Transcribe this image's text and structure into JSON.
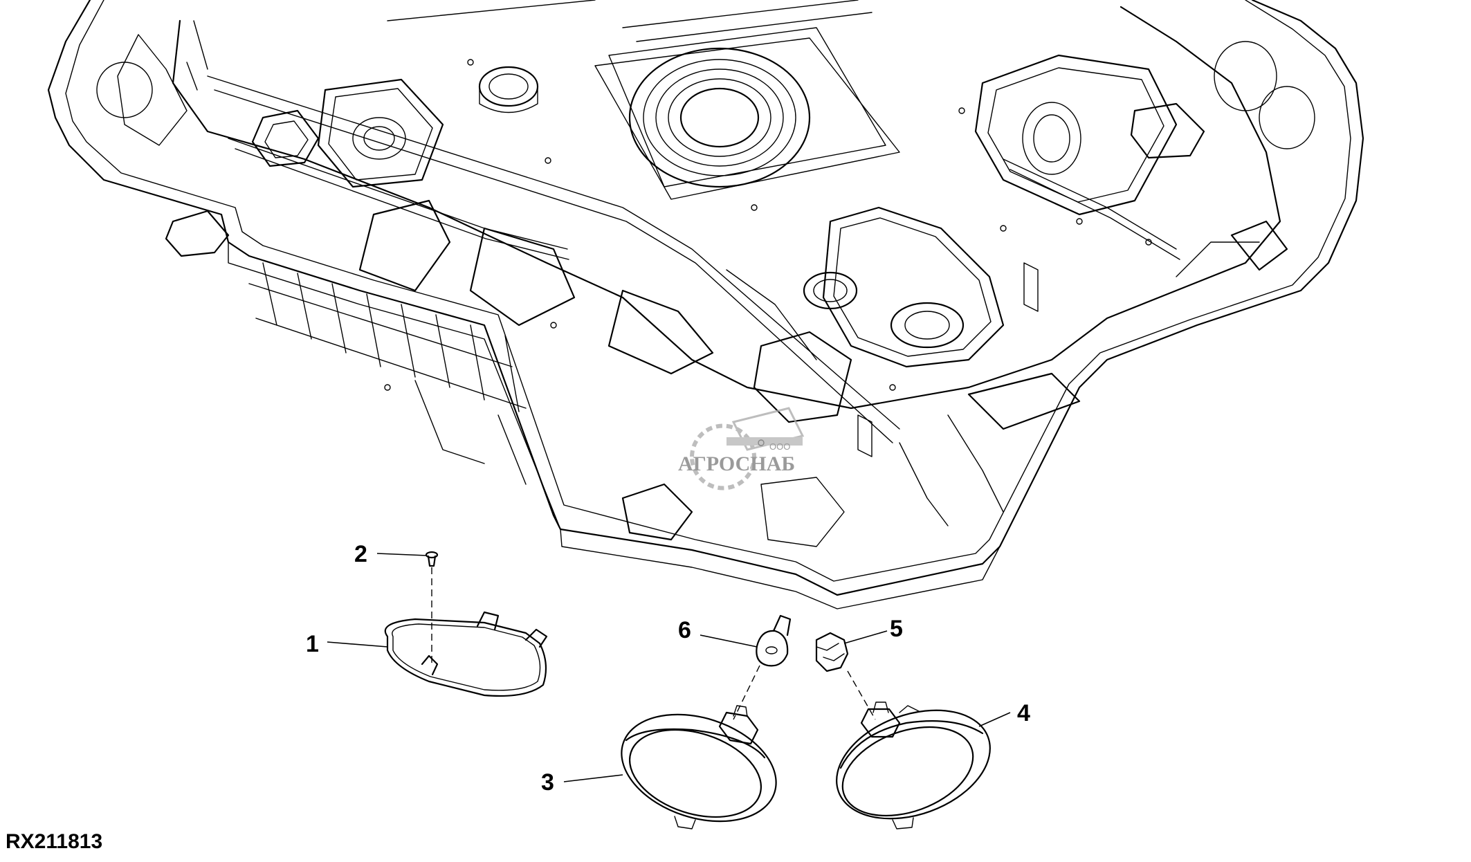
{
  "figure": {
    "id": "RX211813",
    "watermark": {
      "company_prefix": "ООО",
      "company_name": "АГРОСНАБ"
    }
  },
  "callouts": [
    {
      "number": "1",
      "part": "gasket-ring"
    },
    {
      "number": "2",
      "part": "screw"
    },
    {
      "number": "3",
      "part": "dome-lamp-left"
    },
    {
      "number": "4",
      "part": "dome-lamp-right"
    },
    {
      "number": "5",
      "part": "wedge-bulb"
    },
    {
      "number": "6",
      "part": "festoon-bulb"
    }
  ],
  "colors": {
    "line": "#000000",
    "background": "#ffffff",
    "watermark": "#9a9a9a"
  }
}
